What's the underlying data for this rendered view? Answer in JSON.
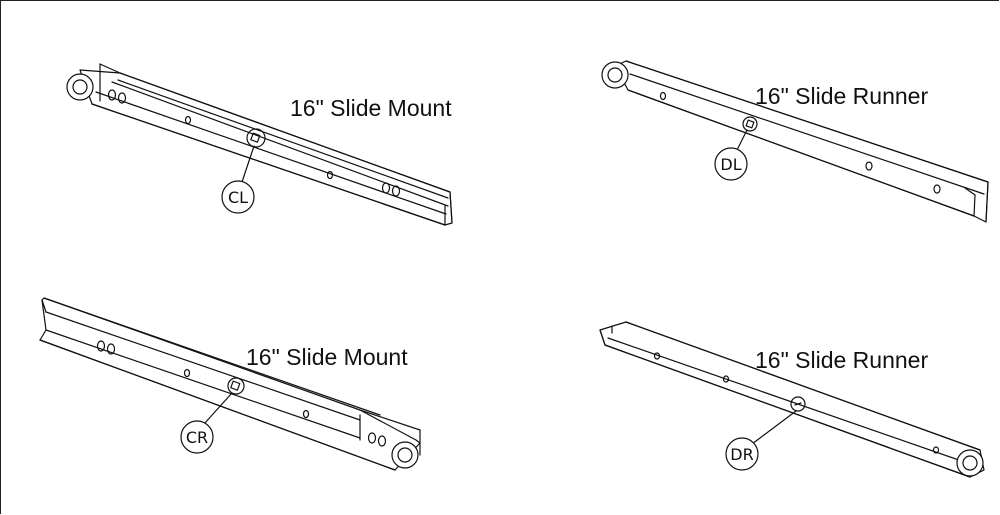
{
  "parts": [
    {
      "id": "CL",
      "title": "16\" Slide Mount",
      "callout": "CL"
    },
    {
      "id": "DL",
      "title": "16\" Slide Runner",
      "callout": "DL"
    },
    {
      "id": "CR",
      "title": "16\" Slide Mount",
      "callout": "CR"
    },
    {
      "id": "DR",
      "title": "16\" Slide Runner",
      "callout": "DR"
    }
  ]
}
